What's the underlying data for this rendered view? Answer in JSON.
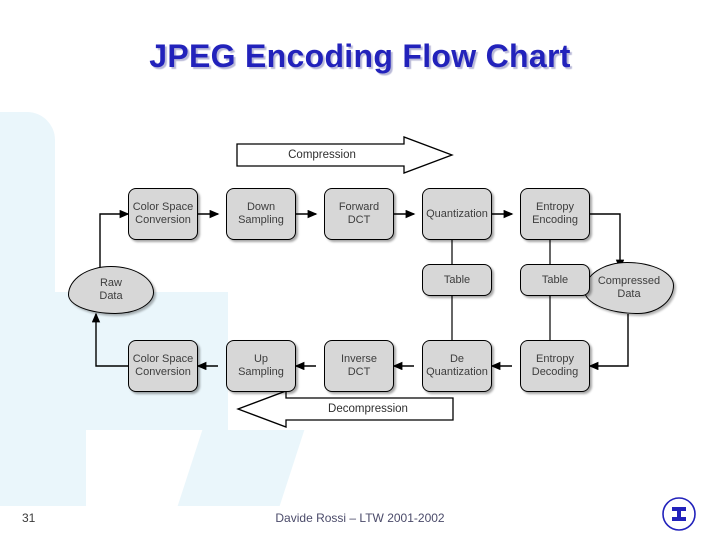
{
  "slide": {
    "title": "JPEG Encoding Flow Chart",
    "footer": {
      "page_number": "31",
      "credit": "Davide Rossi – LTW 2001-2002"
    },
    "accent_color": "#2222bb",
    "node_fill": "#d7d7d7",
    "background": "#ffffff",
    "deco_color": "#eaf6fb"
  },
  "diagram": {
    "type": "flow-chart",
    "bands": [
      {
        "id": "compression",
        "label": "Compression",
        "direction": "right"
      },
      {
        "id": "decompression",
        "label": "Decompression",
        "direction": "left"
      }
    ],
    "clouds": [
      {
        "id": "raw-data",
        "line1": "Raw",
        "line2": "Data"
      },
      {
        "id": "compressed-data",
        "line1": "Compressed",
        "line2": "Data"
      }
    ],
    "encode_row": [
      {
        "id": "color-space-conversion-encode",
        "line1": "Color Space",
        "line2": "Conversion"
      },
      {
        "id": "down-sampling",
        "line1": "Down",
        "line2": "Sampling"
      },
      {
        "id": "forward-dct",
        "line1": "Forward",
        "line2": "DCT"
      },
      {
        "id": "quantization",
        "line1": "Quantization",
        "line2": ""
      },
      {
        "id": "entropy-encoding",
        "line1": "Entropy",
        "line2": "Encoding"
      }
    ],
    "table_row": [
      {
        "id": "table-quantization",
        "line1": "Table",
        "line2": ""
      },
      {
        "id": "table-entropy",
        "line1": "Table",
        "line2": ""
      }
    ],
    "decode_row": [
      {
        "id": "color-space-conversion-decode",
        "line1": "Color Space",
        "line2": "Conversion"
      },
      {
        "id": "up-sampling",
        "line1": "Up",
        "line2": "Sampling"
      },
      {
        "id": "inverse-dct",
        "line1": "Inverse",
        "line2": "DCT"
      },
      {
        "id": "de-quantization",
        "line1": "De",
        "line2": "Quantization"
      },
      {
        "id": "entropy-decoding",
        "line1": "Entropy",
        "line2": "Decoding"
      }
    ]
  }
}
